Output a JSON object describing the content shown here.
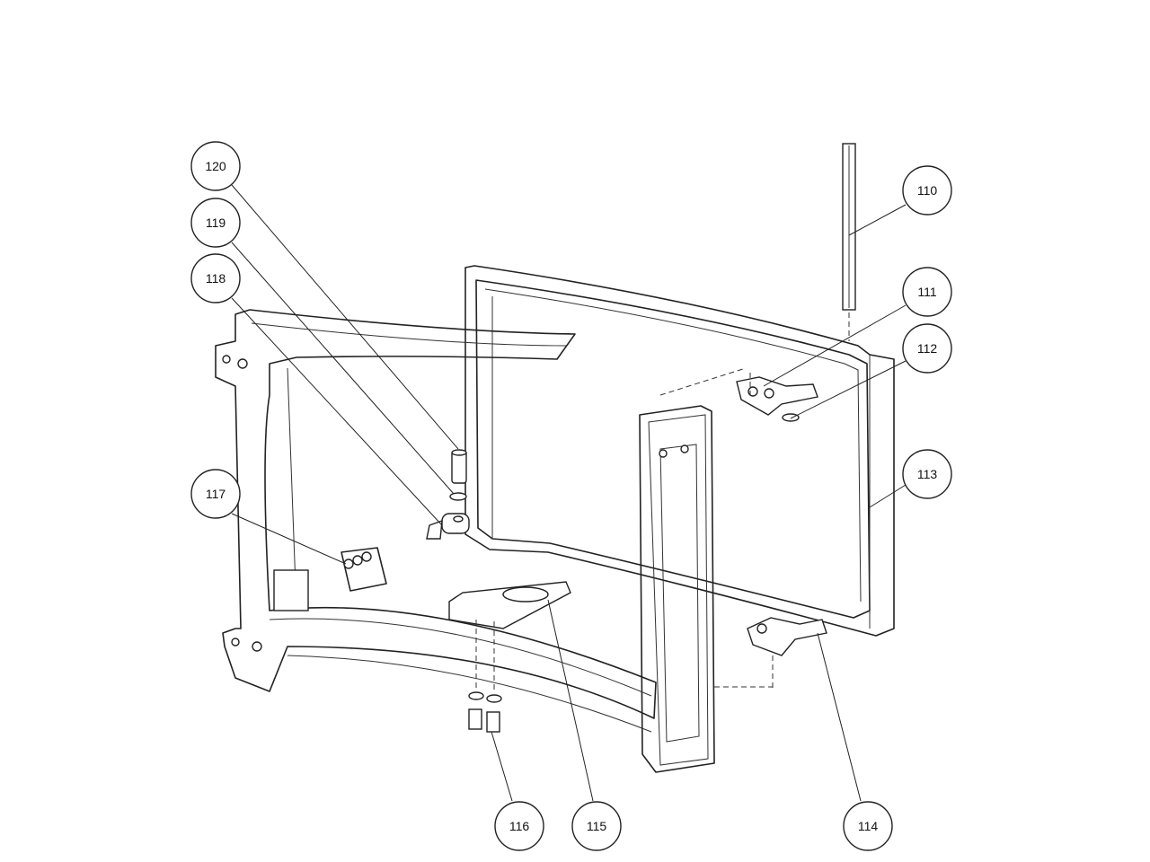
{
  "diagram": {
    "type": "exploded-assembly-view",
    "callouts": {
      "c110": "110",
      "c111": "111",
      "c112": "112",
      "c113": "113",
      "c114": "114",
      "c115": "115",
      "c116": "116",
      "c117": "117",
      "c118": "118",
      "c119": "119",
      "c120": "120"
    }
  }
}
